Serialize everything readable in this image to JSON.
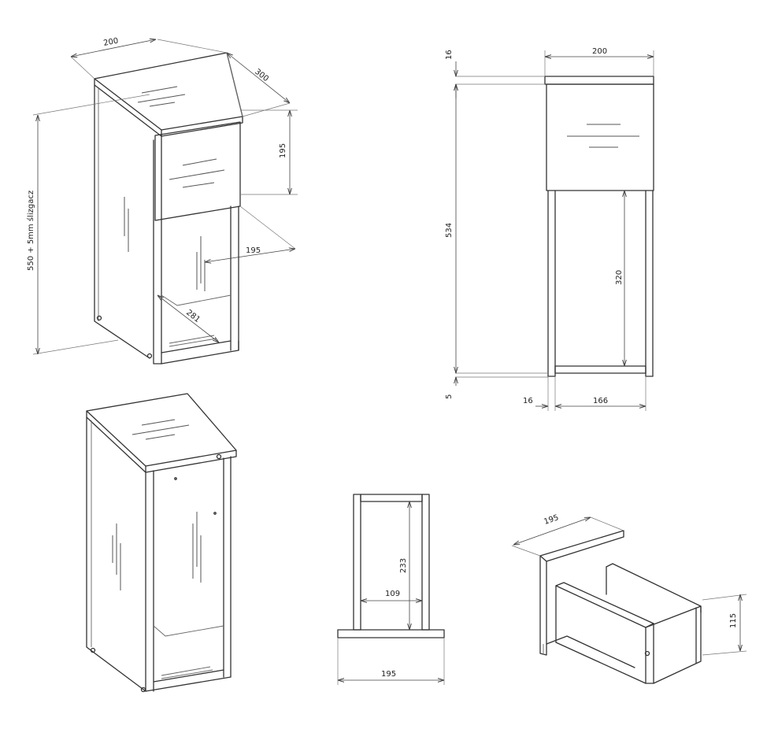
{
  "colors": {
    "line": "#333333",
    "background": "#ffffff"
  },
  "iso_view": {
    "width": "200",
    "depth": "300",
    "drawer_height": "195",
    "drawer_depth": "195",
    "inner_depth": "281",
    "total_height": "550 + 5mm ślizgacz"
  },
  "front_view": {
    "top_thickness": "16",
    "width": "200",
    "body_height": "534",
    "opening_height": "320",
    "base_gap": "5",
    "side_thickness": "16",
    "inner_width": "166"
  },
  "drawer_front_view": {
    "height": "233",
    "inner_width": "109",
    "width": "195"
  },
  "drawer_iso_view": {
    "depth": "195",
    "height": "115"
  }
}
